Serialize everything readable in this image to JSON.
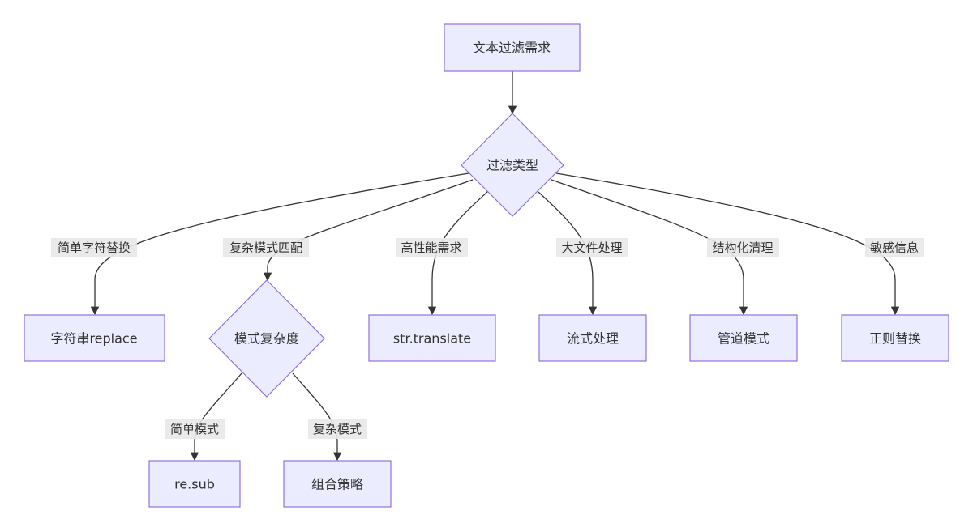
{
  "nodes": {
    "start": "文本过滤需求",
    "filter_type": "过滤类型",
    "string_replace": "字符串replace",
    "pattern_complexity": "模式复杂度",
    "str_translate": "str.translate",
    "stream_processing": "流式处理",
    "pipeline_mode": "管道模式",
    "regex_replace": "正则替换",
    "re_sub": "re.sub",
    "combined_strategy": "组合策略"
  },
  "edges": {
    "simple_char_replace": "简单字符替换",
    "complex_pattern_match": "复杂模式匹配",
    "high_performance": "高性能需求",
    "large_file": "大文件处理",
    "structured_cleanup": "结构化清理",
    "sensitive_info": "敏感信息",
    "simple_pattern": "简单模式",
    "complex_pattern": "复杂模式"
  },
  "colors": {
    "node_fill": "#ececff",
    "node_stroke": "#9370db",
    "edge": "#333333",
    "label_bg": "#e8e8e8"
  }
}
